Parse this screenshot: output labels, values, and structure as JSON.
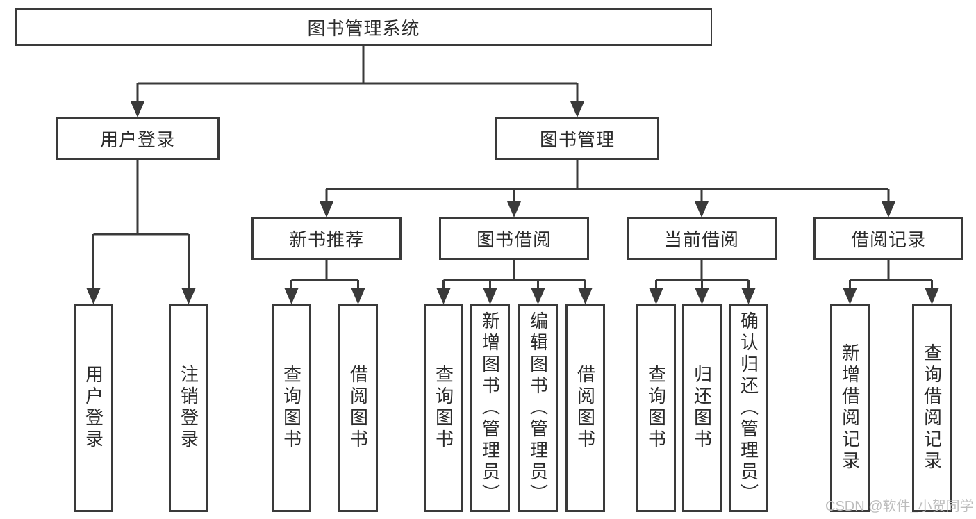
{
  "diagram": {
    "type": "tree",
    "colors": {
      "line": "#3a3a3a",
      "text": "#2b2b2b",
      "background": "#ffffff",
      "watermark": "#bdbdbd"
    }
  },
  "tree": {
    "root": {
      "label": "图书管理系统"
    },
    "children": [
      {
        "label": "用户登录",
        "children": [
          {
            "label": "用户登录"
          },
          {
            "label": "注销登录"
          }
        ]
      },
      {
        "label": "图书管理",
        "children": [
          {
            "label": "新书推荐",
            "children": [
              {
                "label": "查询图书"
              },
              {
                "label": "借阅图书"
              }
            ]
          },
          {
            "label": "图书借阅",
            "children": [
              {
                "label": "查询图书"
              },
              {
                "label": "新增图书（管理员）"
              },
              {
                "label": "编辑图书（管理员）"
              },
              {
                "label": "借阅图书"
              }
            ]
          },
          {
            "label": "当前借阅",
            "children": [
              {
                "label": "查询图书"
              },
              {
                "label": "归还图书"
              },
              {
                "label": "确认归还（管理员）"
              }
            ]
          },
          {
            "label": "借阅记录",
            "children": [
              {
                "label": "新增借阅记录"
              },
              {
                "label": "查询借阅记录"
              }
            ]
          }
        ]
      }
    ]
  },
  "watermark": {
    "text": "CSDN @软件_小贺同学"
  }
}
